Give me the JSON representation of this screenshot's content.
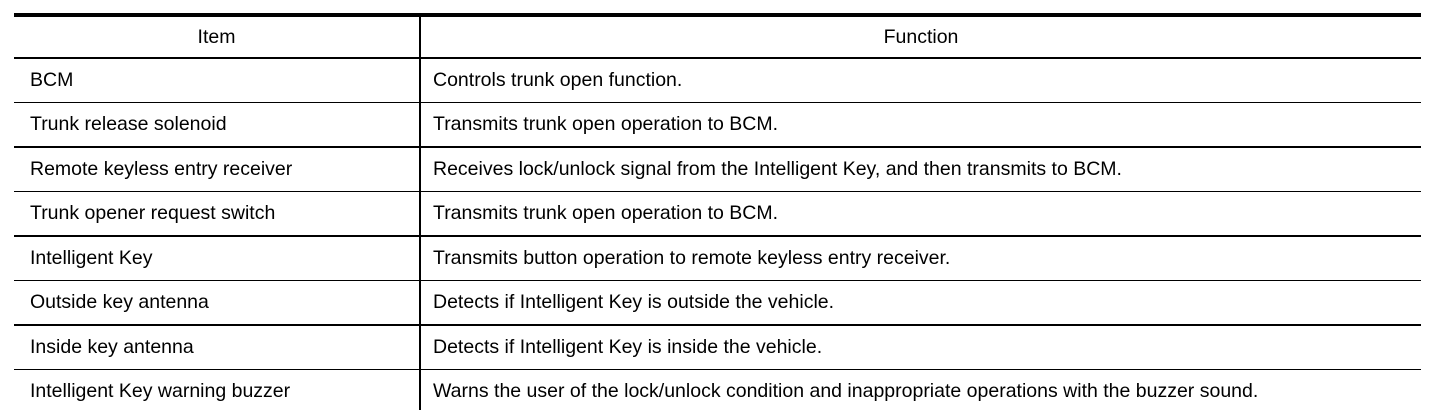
{
  "table": {
    "headers": {
      "item": "Item",
      "function": "Function"
    },
    "rows": [
      {
        "item": "BCM",
        "function": "Controls trunk open function."
      },
      {
        "item": "Trunk release solenoid",
        "function": "Transmits trunk open operation to BCM."
      },
      {
        "item": "Remote keyless entry receiver",
        "function": "Receives lock/unlock signal from the Intelligent Key, and then transmits to BCM."
      },
      {
        "item": "Trunk opener request switch",
        "function": "Transmits trunk open operation to BCM."
      },
      {
        "item": "Intelligent Key",
        "function": "Transmits button operation to remote keyless entry receiver."
      },
      {
        "item": "Outside key antenna",
        "function": "Detects if Intelligent Key is outside the vehicle."
      },
      {
        "item": "Inside key antenna",
        "function": "Detects if Intelligent Key is inside the vehicle."
      },
      {
        "item": "Intelligent Key warning buzzer",
        "function": "Warns the user of the lock/unlock condition and inappropriate operations with the buzzer sound."
      }
    ],
    "colors": {
      "border": "#000000",
      "text": "#000000",
      "background": "#ffffff"
    }
  }
}
